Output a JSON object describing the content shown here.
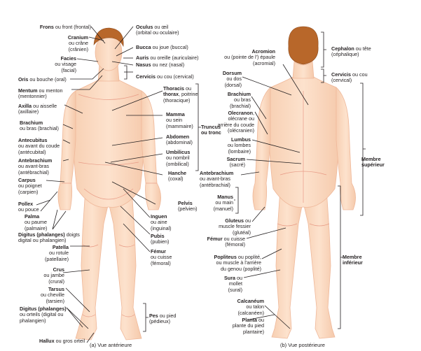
{
  "colors": {
    "skin": "#fbdcc4",
    "skin_shade": "#f3c3a3",
    "skin_line": "#e89b86",
    "hair": "#b8672a",
    "hair_dark": "#8c4a1c",
    "leader": "#231f20"
  },
  "anterior": {
    "caption": "(a) Vue antérieure",
    "labels": {
      "frons": {
        "term": "Frons",
        "rest": " ou front (frontal)"
      },
      "cranium": {
        "term": "Cranium",
        "l2": "ou crâne",
        "l3": "(crânien)"
      },
      "facies": {
        "term": "Facies",
        "l2": "ou visage",
        "l3": "(facial)"
      },
      "oris": {
        "term": "Oris",
        "rest": " ou bouche (oral)"
      },
      "mentum": {
        "term": "Mentum",
        "rest": " ou menton",
        "l2": "(mentonnier)"
      },
      "axilla": {
        "term": "Axilla",
        "rest": " ou aisselle",
        "l2": "(axillaire)"
      },
      "brachium": {
        "term": "Brachium",
        "l2": "ou bras (brachial)"
      },
      "antecubitus": {
        "term": "Antecubitus",
        "l2": "ou avant du coude",
        "l3": "(antécubital)"
      },
      "antebrachium": {
        "term": "Antebrachium",
        "l2": "ou avant-bras",
        "l3": "(antébrachial)"
      },
      "carpus": {
        "term": "Carpus",
        "l2": "ou poignet",
        "l3": "(carpien)"
      },
      "pollex": {
        "term": "Pollex",
        "l2": "ou pouce"
      },
      "palma": {
        "term": "Palma",
        "l2": "ou paume",
        "l3": "(palmaire)"
      },
      "digitus_hand": {
        "term": "Digitus (phalanges)",
        "rest": " doigts",
        "l2": "digital ou phalangien)"
      },
      "patella": {
        "term": "Patella",
        "l2": "ou rotule",
        "l3": "(patellaire)"
      },
      "crus": {
        "term": "Crus",
        "l2": "ou jambe",
        "l3": "(crural)"
      },
      "tarsus": {
        "term": "Tarsus",
        "l2": "ou cheville",
        "l3": "(tarsien)"
      },
      "digitus_foot": {
        "term": "Digitus (phalanges)",
        "l2": "ou orteils (digital ou",
        "l3": "phalangien)"
      },
      "hallux": {
        "term": "Hallux",
        "rest": " ou gros orteil"
      },
      "oculus": {
        "term": "Oculus",
        "rest": " ou œil",
        "l2": "(orbital ou oculaire)"
      },
      "bucca": {
        "term": "Bucca",
        "rest": " ou joue (buccal)"
      },
      "auris": {
        "term": "Auris",
        "rest": " ou oreille (auriculaire)"
      },
      "nasus": {
        "term": "Nasus",
        "rest": " ou nez (nasal)"
      },
      "cervicis": {
        "term": "Cervicis",
        "rest": " ou cou (cervical)"
      },
      "thoracis": {
        "term": "Thoracis",
        "rest": " ou",
        "term2": "thorax",
        "rest2": ", poitrine",
        "l3": "(thoracique)"
      },
      "mamma": {
        "term": "Mamma",
        "l2": "ou sein",
        "l3": "(mammaire)"
      },
      "abdomen": {
        "term": "Abdomen",
        "l2": "(abdominal)"
      },
      "umbilicus": {
        "term": "Umbilicus",
        "l2": "ou nombril",
        "l3": "(ombilical)"
      },
      "hanche": {
        "term": "Hanche",
        "l2": "(coxal)"
      },
      "truncus": {
        "term": "Truncus",
        "l2": "ou tronc"
      },
      "pelvis": {
        "term": "Pelvis",
        "l2": "(pelvien)"
      },
      "inguen": {
        "term": "Inguen",
        "l2": "ou aine",
        "l3": "(inguinal)"
      },
      "pubis": {
        "term": "Pubis",
        "l2": "(pubien)"
      },
      "femur": {
        "term": "Fémur",
        "l2": "ou cuisse",
        "l3": "(fémoral)"
      },
      "pes": {
        "term": "Pes",
        "rest": " ou pied",
        "l2": "(pédieux)"
      }
    }
  },
  "posterior": {
    "caption": "(b) Vue postérieure",
    "labels": {
      "acromion": {
        "term": "Acromion",
        "l2": "ou (pointe de l') épaule",
        "l3": "(acromial)"
      },
      "dorsum": {
        "term": "Dorsum",
        "l2": "ou dos",
        "l3": "(dorsal)"
      },
      "brachium": {
        "term": "Brachium",
        "l2": "ou bras",
        "l3": "(brachial)"
      },
      "olecranon": {
        "term": "Olecranon",
        "rest": ",",
        "l2": "olécrane ou",
        "l3": "arrière du coude",
        "l4": "(olécranien)"
      },
      "lumbus": {
        "term": "Lumbus",
        "l2": "ou lombes",
        "l3": "(lombaire)"
      },
      "sacrum": {
        "term": "Sacrum",
        "l2": "(sacré)"
      },
      "antebrachium": {
        "term": "Antebrachium",
        "l2": "ou avant-bras",
        "l3": "(antébrachial)"
      },
      "manus": {
        "term": "Manus",
        "l2": "ou main",
        "l3": "(manuel)"
      },
      "gluteus": {
        "term": "Gluteus",
        "rest": " ou",
        "l2": "muscle fessier",
        "l3": "(glutéal)"
      },
      "femur": {
        "term": "Fémur",
        "rest": " ou cuisse",
        "l2": "(fémoral)"
      },
      "popliteus": {
        "term": "Popliteus",
        "rest": " ou poplité,",
        "l2": "ou muscle à l'arrière",
        "l3": "du genou (poplité)"
      },
      "sura": {
        "term": "Sura",
        "rest": " ou",
        "l2": "mollet",
        "l3": "(sural)"
      },
      "calcaneum": {
        "term": "Calcanéum",
        "l2": "ou talon",
        "l3": "(calcanéen)"
      },
      "planta": {
        "term": "Planta",
        "rest": " ou",
        "l2": "plante du pied",
        "l3": "plantaire)"
      },
      "cephalon": {
        "term": "Cephalon",
        "rest": " ou tête",
        "l2": "(céphalique)"
      },
      "cervicis": {
        "term": "Cervicis",
        "rest": " ou cou",
        "l2": "(cervical)"
      },
      "membre_sup": {
        "l1": "Membre",
        "l2": "supérieur"
      },
      "membre_inf": {
        "l1": "Membre",
        "l2": "inférieur"
      }
    }
  }
}
